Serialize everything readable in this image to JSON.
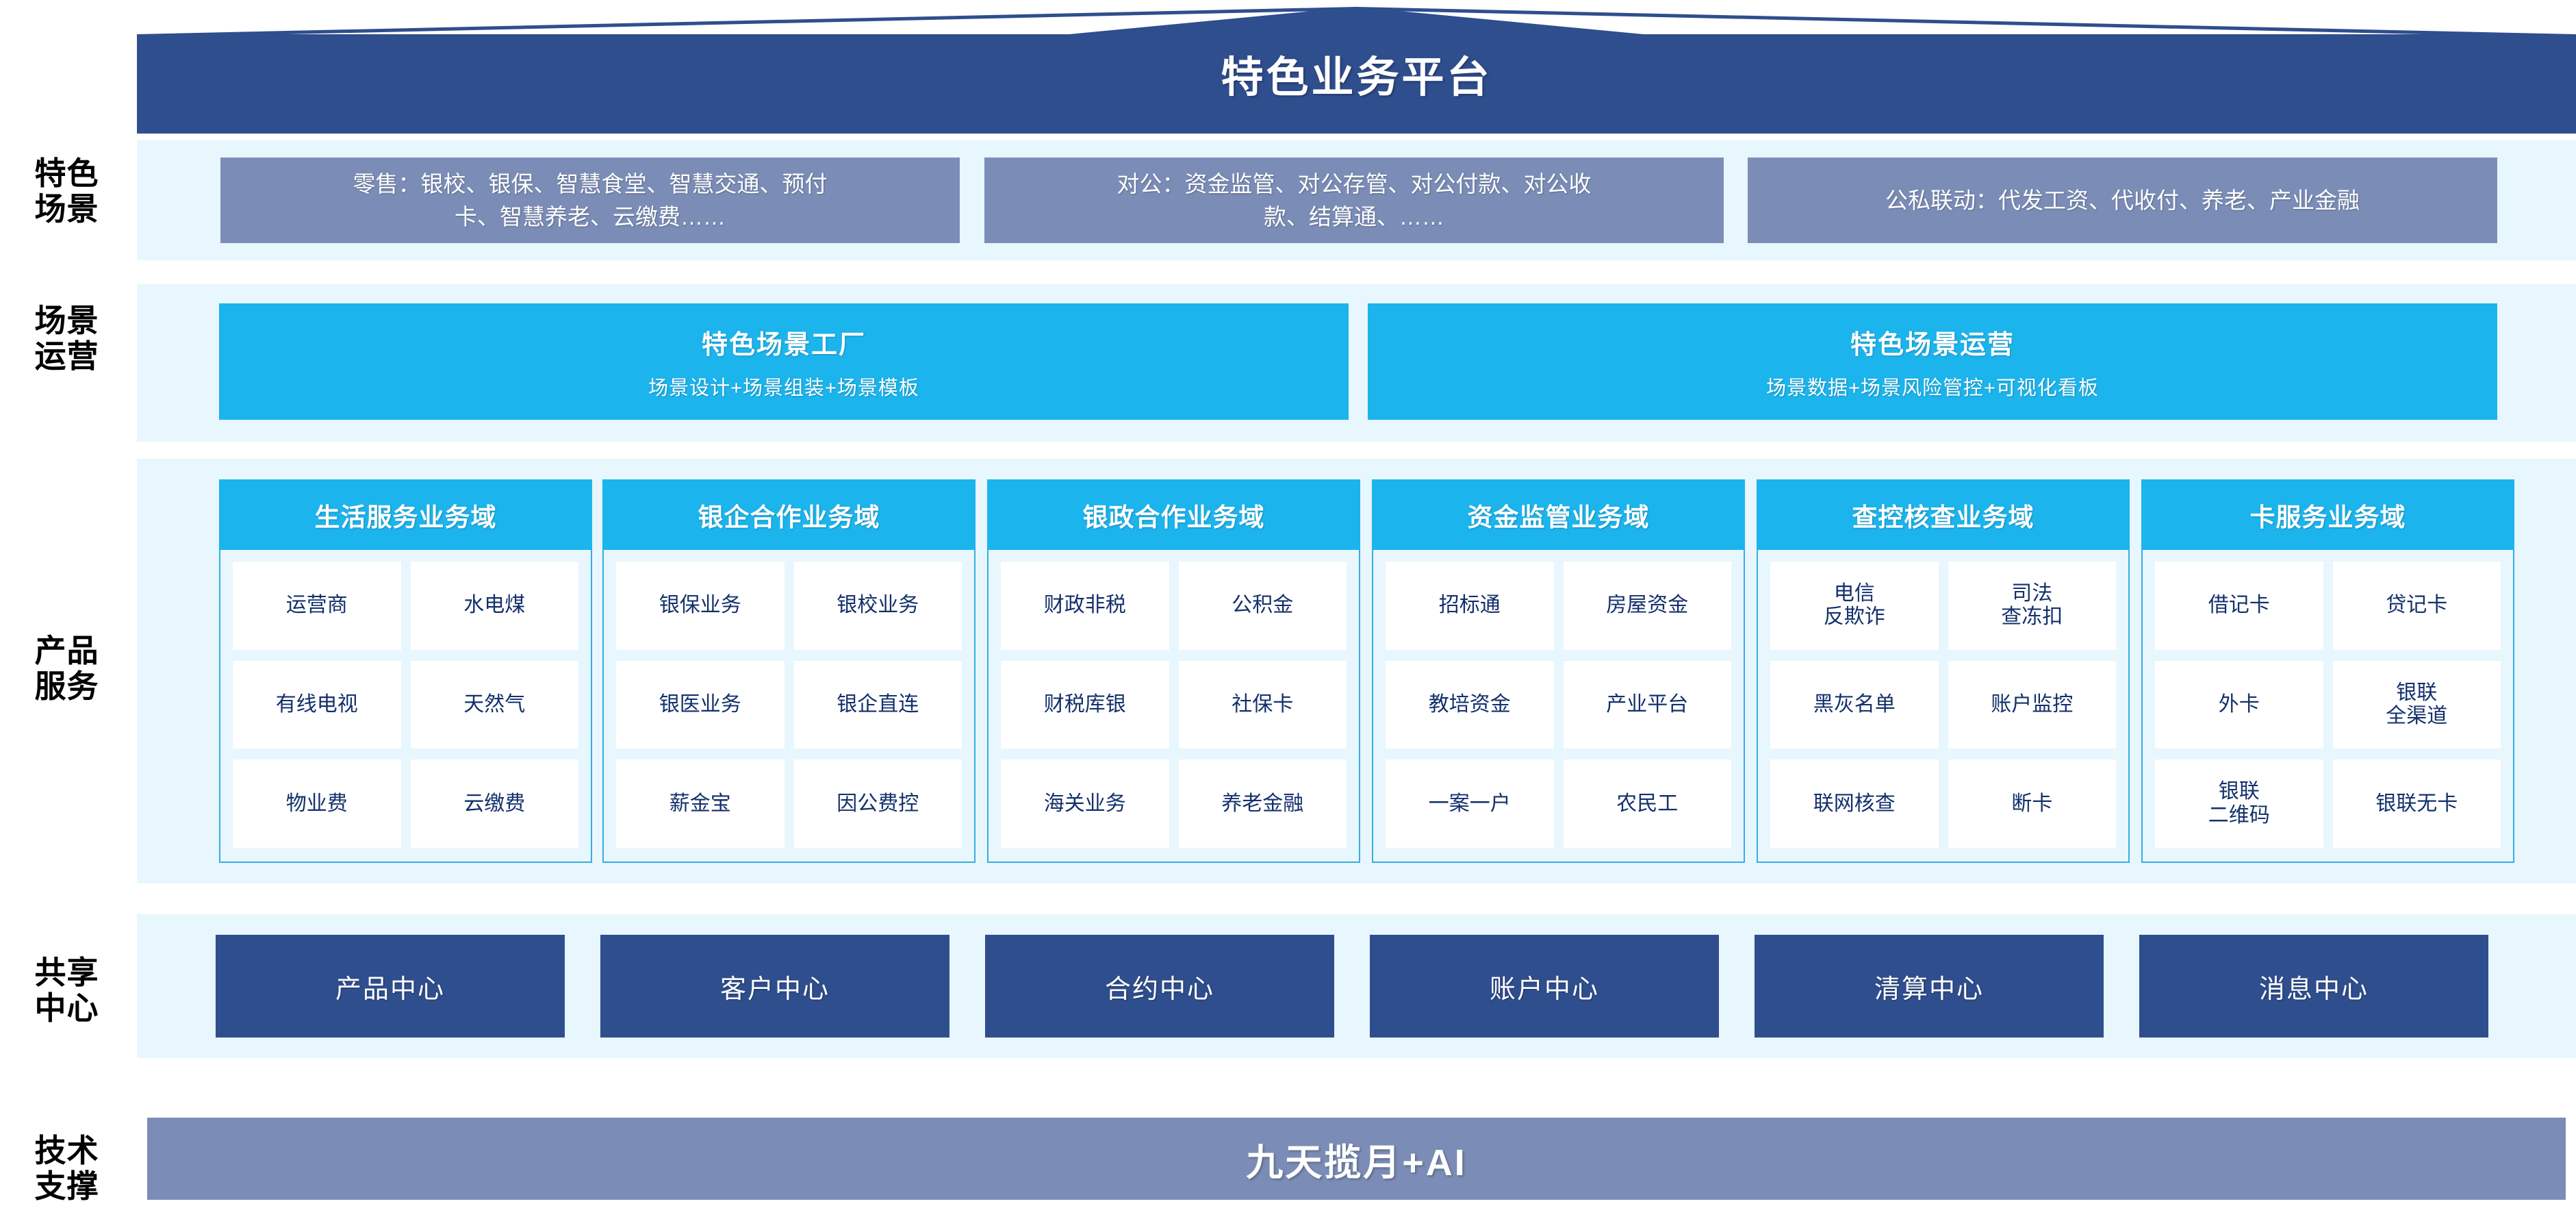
{
  "title": "特色业务平台",
  "row_labels": {
    "scene": "特色\n场景",
    "operation": "场景\n运营",
    "product": "产品\n服务",
    "shared": "共享\n中心",
    "tech": "技术\n支撑"
  },
  "scene_row": {
    "boxes": [
      {
        "text": "零售：银校、银保、智慧食堂、智慧交通、预付\n卡、智慧养老、云缴费……"
      },
      {
        "text": "对公：资金监管、对公存管、对公付款、对公收\n款、结算通、……"
      },
      {
        "text": "公私联动：代发工资、代收付、养老、产业金融"
      }
    ]
  },
  "operation_row": {
    "boxes": [
      {
        "title": "特色场景工厂",
        "subtitle": "场景设计+场景组装+场景模板"
      },
      {
        "title": "特色场景运营",
        "subtitle": "场景数据+场景风险管控+可视化看板"
      }
    ]
  },
  "product_row": {
    "domains": [
      {
        "title": "生活服务业务域",
        "items": [
          "运营商",
          "水电煤",
          "有线电视",
          "天然气",
          "物业费",
          "云缴费"
        ]
      },
      {
        "title": "银企合作业务域",
        "items": [
          "银保业务",
          "银校业务",
          "银医业务",
          "银企直连",
          "薪金宝",
          "因公费控"
        ]
      },
      {
        "title": "银政合作业务域",
        "items": [
          "财政非税",
          "公积金",
          "财税库银",
          "社保卡",
          "海关业务",
          "养老金融"
        ]
      },
      {
        "title": "资金监管业务域",
        "items": [
          "招标通",
          "房屋资金",
          "教培资金",
          "产业平台",
          "一案一户",
          "农民工"
        ]
      },
      {
        "title": "查控核查业务域",
        "items": [
          "电信\n反欺诈",
          "司法\n查冻扣",
          "黑灰名单",
          "账户监控",
          "联网核查",
          "断卡"
        ]
      },
      {
        "title": "卡服务业务域",
        "items": [
          "借记卡",
          "贷记卡",
          "外卡",
          "银联\n全渠道",
          "银联\n二维码",
          "银联无卡"
        ]
      }
    ]
  },
  "shared_row": {
    "boxes": [
      "产品中心",
      "客户中心",
      "合约中心",
      "账户中心",
      "清算中心",
      "消息中心"
    ]
  },
  "tech_row": {
    "label": "九天揽月+AI"
  },
  "colors": {
    "roof": "#2f4e8e",
    "scene_box": "#7b8db7",
    "cyan": "#1cb4ec",
    "band": "#e8f6fd",
    "center_box": "#2f4e8e",
    "tech_bar": "#7b8db7",
    "cell_text": "#13306b",
    "domain_border": "#37aee2"
  }
}
